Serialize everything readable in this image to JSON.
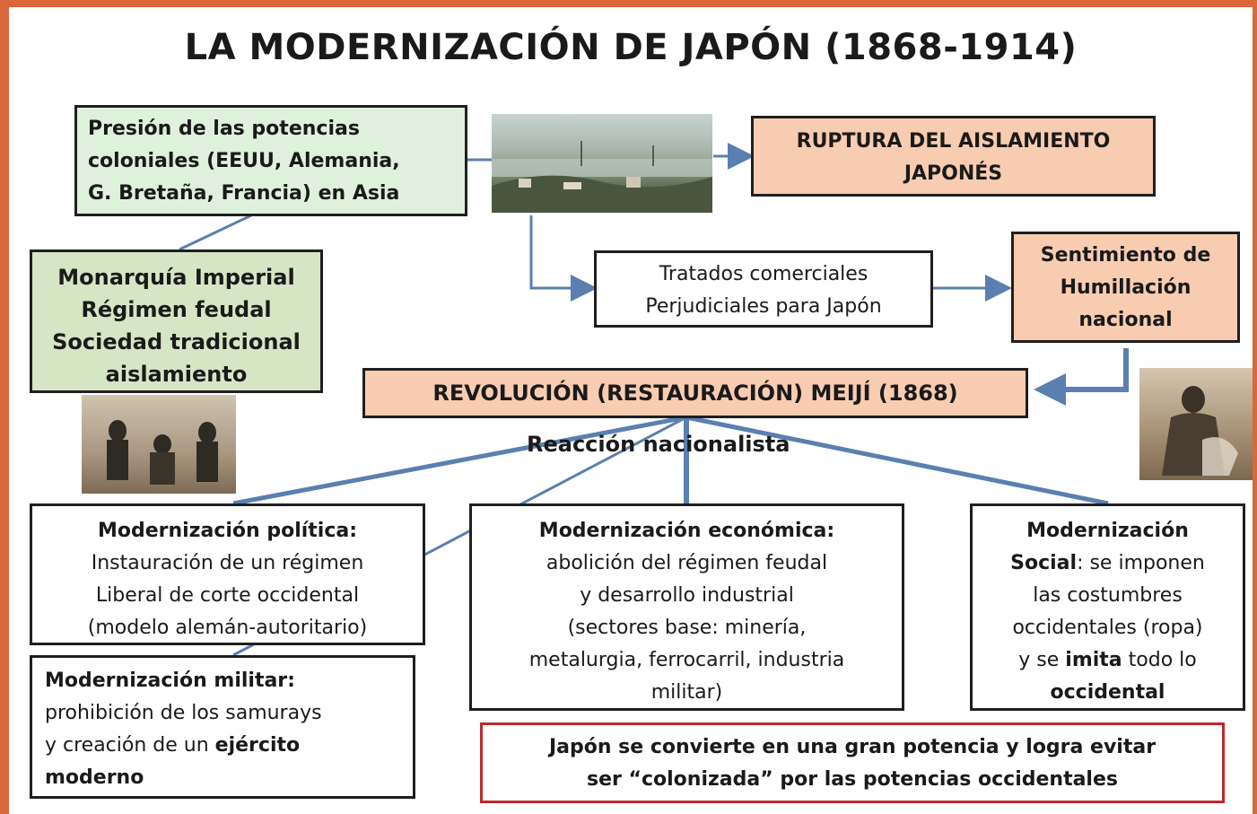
{
  "title": "LA MODERNIZACIÓN DE JAPÓN (1868-1914)",
  "presion": {
    "lines": [
      "Presión de las potencias",
      "coloniales (EEUU, Alemania,",
      "G. Bretaña, Francia) en Asia"
    ]
  },
  "ruptura": {
    "lines": [
      "RUPTURA DEL AISLAMIENTO",
      "JAPONÉS"
    ]
  },
  "monarquia": {
    "lines": [
      "Monarquía Imperial",
      "Régimen feudal",
      "Sociedad tradicional",
      "aislamiento"
    ]
  },
  "tratados": {
    "lines": [
      "Tratados comerciales",
      "Perjudiciales para Japón"
    ]
  },
  "sentimiento": {
    "lines": [
      "Sentimiento de",
      "Humillación",
      "nacional"
    ]
  },
  "revolucion": {
    "text": "REVOLUCIÓN (RESTAURACIÓN) MEIJÍ (1868)"
  },
  "reaccion": {
    "text": "Reacción nacionalista"
  },
  "politica": {
    "heading": "Modernización política:",
    "lines": [
      "Instauración de un régimen",
      "Liberal de corte occidental",
      "(modelo alemán-autoritario)"
    ]
  },
  "economica": {
    "heading": "Modernización económica:",
    "lines": [
      "abolición del régimen feudal",
      "y desarrollo industrial",
      "(sectores base: minería,",
      "metalurgia, ferrocarril, industria",
      "militar)"
    ]
  },
  "social": {
    "heading": "Modernización",
    "heading2": "Social",
    "line1_rest": ": se imponen",
    "lines": [
      "las costumbres",
      "occidentales (ropa)"
    ],
    "line_y": "y se ",
    "imita": "imita",
    "todo": " todo lo",
    "occidental": "occidental"
  },
  "militar": {
    "heading": "Modernización militar:",
    "line1": "prohibición de los samurays",
    "line2_pre": "y creación de un ",
    "line2_bold": "ejército",
    "line3_bold": "moderno"
  },
  "final": {
    "lines": [
      "Japón se convierte en una gran potencia y logra evitar",
      "ser “colonizada” por las potencias occidentales"
    ]
  },
  "colors": {
    "border_frame": "#d9693a",
    "connector": "#5b7fb0",
    "red_border": "#c0282c"
  }
}
